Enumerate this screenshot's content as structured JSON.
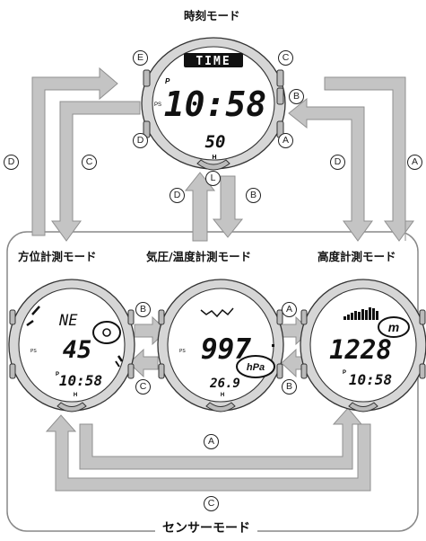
{
  "title": "時刻モード",
  "sensor_modes_label": "センサーモード",
  "modes": {
    "compass": "方位計測モード",
    "barometer": "気圧/温度計測モード",
    "altimeter": "高度計測モード"
  },
  "buttons": {
    "A": "A",
    "B": "B",
    "C": "C",
    "D": "D",
    "E": "E",
    "L": "L"
  },
  "time_watch": {
    "banner": "TIME",
    "time": "10:58",
    "seconds": "50",
    "h_mark": "H",
    "p_mark": "P",
    "ps_mark": "PS"
  },
  "compass_watch": {
    "direction": "NE",
    "bearing": "45",
    "time": "10:58",
    "p_mark": "P",
    "ps_mark": "PS",
    "h_mark": "H"
  },
  "barometer_watch": {
    "pressure": "997",
    "unit": "hPa",
    "temperature": "26.9",
    "ps_mark": "PS",
    "h_mark": "H"
  },
  "altimeter_watch": {
    "altitude": "1228",
    "unit": "m",
    "time": "10:58",
    "p_mark": "P"
  },
  "colors": {
    "arrow_fill": "#c4c4c4",
    "arrow_stroke": "#8f8f8f",
    "line": "#222222",
    "bezel": "#d2d2d2",
    "sensor_box": "#888888"
  }
}
